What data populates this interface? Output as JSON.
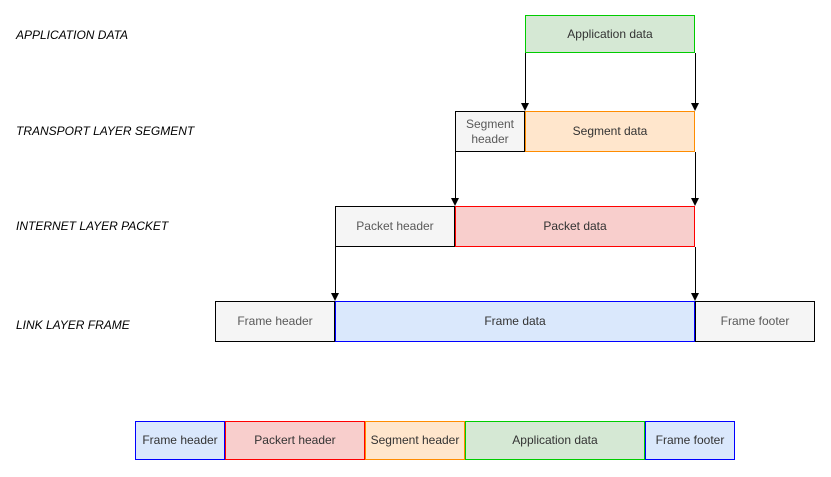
{
  "diagram": {
    "layer_labels": [
      {
        "label": "APPLICATION DATA"
      },
      {
        "label": "TRANSPORT LAYER SEGMENT"
      },
      {
        "label": "INTERNET LAYER PACKET"
      },
      {
        "label": "LINK LAYER FRAME"
      }
    ],
    "rows": {
      "application": {
        "data_label": "Application data"
      },
      "transport": {
        "header_label": "Segment header",
        "data_label": "Segment data"
      },
      "internet": {
        "header_label": "Packet header",
        "data_label": "Packet data"
      },
      "link": {
        "header_label": "Frame header",
        "data_label": "Frame data",
        "footer_label": "Frame footer"
      }
    },
    "composite_bar": {
      "segments": [
        {
          "label": "Frame header",
          "color": "blue"
        },
        {
          "label": "Packert header",
          "color": "red"
        },
        {
          "label": "Segment header",
          "color": "orange"
        },
        {
          "label": "Application data",
          "color": "green"
        },
        {
          "label": "Frame footer",
          "color": "blue"
        }
      ]
    }
  },
  "colors": {
    "green_fill": "#d5e8d4",
    "green_border": "#00cc00",
    "orange_fill": "#ffe6cc",
    "orange_border": "#ff8c00",
    "red_fill": "#f8cecc",
    "red_border": "#ff0000",
    "blue_fill": "#dae8fc",
    "blue_border": "#0000ff",
    "gray_fill": "#f5f5f5",
    "gray_border": "#000000",
    "arrow": "#000000",
    "label_text": "#333333",
    "muted_text": "#595959"
  }
}
